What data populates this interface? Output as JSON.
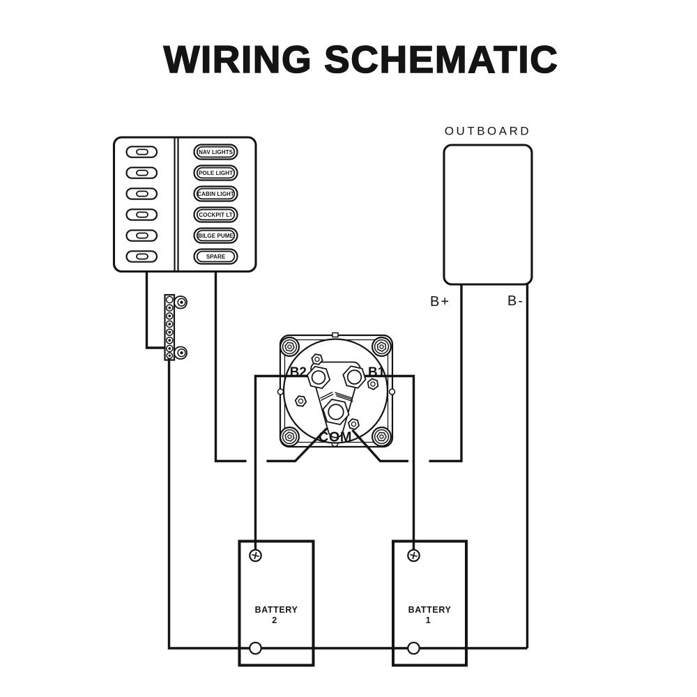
{
  "title": "WIRING SCHEMATIC",
  "colors": {
    "ink": "#141414",
    "background": "#ffffff"
  },
  "switch_panel": {
    "switches": [
      {
        "label": "NAV LIGHTS"
      },
      {
        "label": "POLE LIGHT"
      },
      {
        "label": "CABIN LIGHT"
      },
      {
        "label": "COCKPIT LT"
      },
      {
        "label": "BILGE PUME"
      },
      {
        "label": "SPARE"
      }
    ]
  },
  "outboard": {
    "label": "OUTBOARD",
    "terminal_positive": "B+",
    "terminal_negative": "B-"
  },
  "battery_switch": {
    "terminal_b2": "B2",
    "terminal_b1": "B1",
    "terminal_com": "COM"
  },
  "batteries": [
    {
      "name": "BATTERY",
      "number": "2"
    },
    {
      "name": "BATTERY",
      "number": "1"
    }
  ]
}
